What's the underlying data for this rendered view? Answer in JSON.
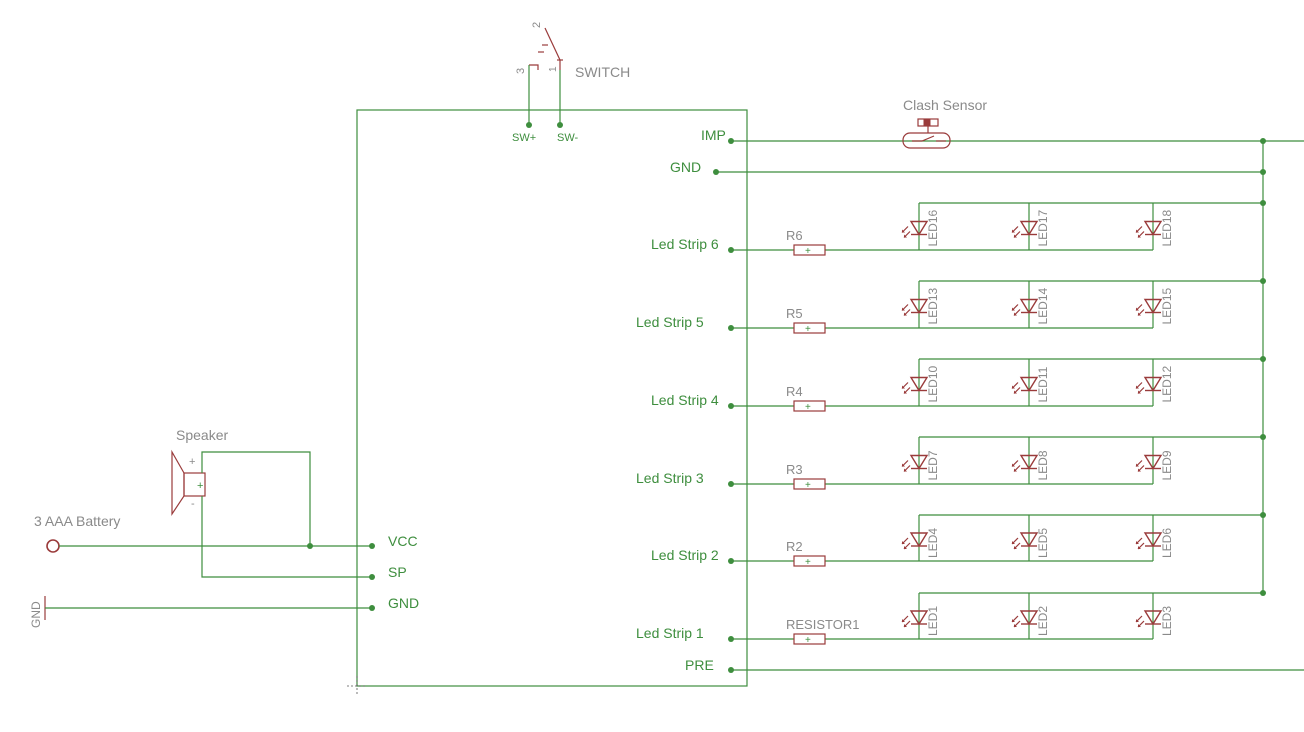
{
  "module_pins": {
    "top": [
      "SW+",
      "SW-"
    ],
    "right": [
      "IMP",
      "GND",
      "Led Strip 6",
      "Led Strip 5",
      "Led Strip 4",
      "Led Strip 3",
      "Led Strip 2",
      "Led Strip 1",
      "PRE"
    ],
    "left": [
      "VCC",
      "SP",
      "GND"
    ]
  },
  "switch": {
    "name": "SWITCH",
    "pins": [
      "2",
      "3",
      "1"
    ]
  },
  "clash_sensor": {
    "name": "Clash Sensor"
  },
  "speaker": {
    "name": "Speaker",
    "plus": "+",
    "minus": "-"
  },
  "battery": {
    "name": "3 AAA Battery"
  },
  "ground_symbol": {
    "name": "GND"
  },
  "resistors": [
    "R6",
    "R5",
    "R4",
    "R3",
    "R2",
    "RESISTOR1"
  ],
  "led_rows": [
    [
      "LED16",
      "LED17",
      "LED18"
    ],
    [
      "LED13",
      "LED14",
      "LED15"
    ],
    [
      "LED10",
      "LED11",
      "LED12"
    ],
    [
      "LED7",
      "LED8",
      "LED9"
    ],
    [
      "LED4",
      "LED5",
      "LED6"
    ],
    [
      "LED1",
      "LED2",
      "LED3"
    ]
  ],
  "colors": {
    "wire": "#3e8e3e",
    "symbol": "#9a3b3b",
    "name_text": "#8a8a8a",
    "background": "#ffffff"
  }
}
